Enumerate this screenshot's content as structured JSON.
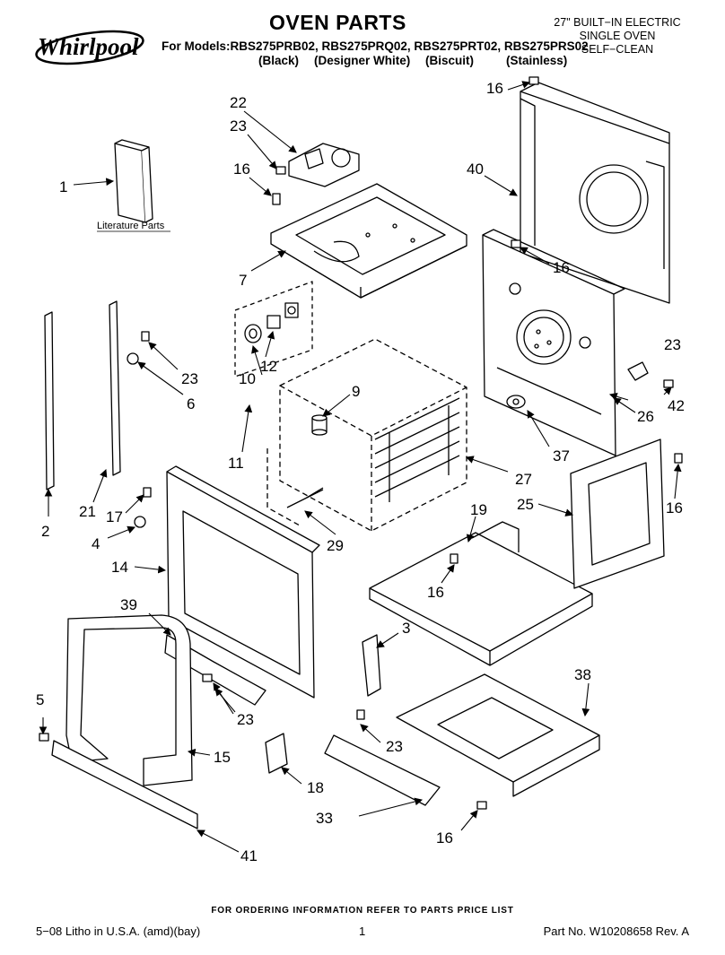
{
  "header": {
    "brand": "Whirlpool",
    "title": "OVEN PARTS",
    "models_line": "For Models:RBS275PRB02, RBS275PRQ02, RBS275PRT02, RBS275PRS02",
    "colors": [
      "(Black)",
      "(Designer White)",
      "(Biscuit)",
      "(Stainless)"
    ],
    "description": [
      "27\" BUILT−IN ELECTRIC",
      "SINGLE OVEN",
      "SELF−CLEAN"
    ]
  },
  "diagram": {
    "literature_label": "Literature Parts",
    "callouts": [
      "22",
      "23",
      "16",
      "7",
      "1",
      "40",
      "16",
      "16",
      "10",
      "12",
      "23",
      "6",
      "9",
      "11",
      "21",
      "2",
      "17",
      "4",
      "14",
      "23",
      "42",
      "26",
      "37",
      "27",
      "19",
      "25",
      "16",
      "29",
      "16",
      "39",
      "3",
      "38",
      "5",
      "23",
      "23",
      "15",
      "18",
      "33",
      "16",
      "41"
    ]
  },
  "footer": {
    "order_info": "FOR ORDERING INFORMATION REFER TO PARTS PRICE LIST",
    "litho": "5−08 Litho in U.S.A. (amd)(bay)",
    "page": "1",
    "part_no": "Part No. W10208658 Rev. A"
  }
}
